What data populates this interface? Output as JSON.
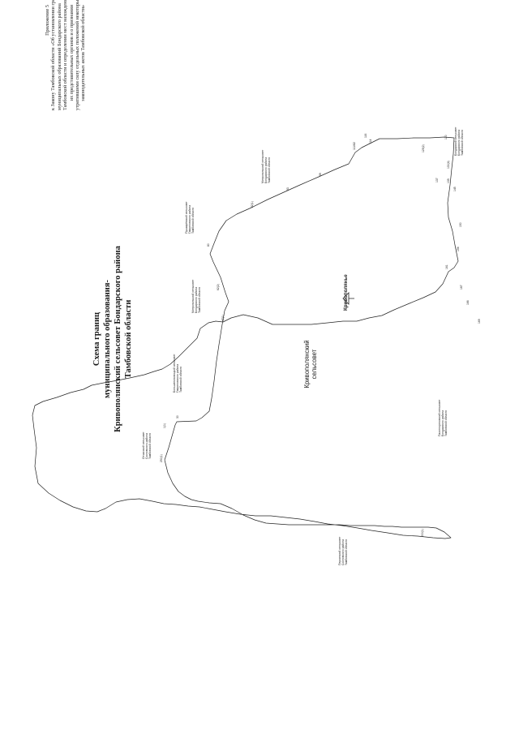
{
  "appendix": {
    "lines": [
      "Приложение 5",
      "к Закону Тамбовской области «Об установлении границ",
      "муниципальных образований Бондарского района",
      "Тамбовской области и определении мест нахождения",
      "их представительных органов и о признании",
      "утратившими силу отдельных положений некоторых",
      "законодательных актов Тамбовской области»"
    ]
  },
  "title": {
    "lines": [
      "Схема границ",
      "муниципального образования-",
      "Кривополянский сельсовет Бондарского района",
      "Тамбовской области"
    ]
  },
  "main_label": {
    "lines": [
      "Кривополянский",
      "сельсовет"
    ]
  },
  "village": {
    "label": "Кривополянье"
  },
  "neighbors": [
    {
      "id": "mitropolsky-upper",
      "lines": [
        "Митропольский сельсовет",
        "Бондарского района",
        "Тамбовской области"
      ]
    },
    {
      "id": "pushkarevsky",
      "lines": [
        "Пушкарёвский сельсовет",
        "Гавриловского района",
        "Тамбовской области"
      ]
    },
    {
      "id": "mitropolsky-lower",
      "lines": [
        "Митропольский сельсовет",
        "Бондарского района",
        "Тамбовской области"
      ]
    },
    {
      "id": "bolshelipovitsky",
      "lines": [
        "Большелиповицкий сельсовет",
        "Гавриловского района",
        "Тамбовской области"
      ]
    },
    {
      "id": "otyassky",
      "lines": [
        "Отъясский сельсовет",
        "Сосновского района",
        "Тамбовской области"
      ]
    },
    {
      "id": "peresypkinsky",
      "lines": [
        "Перкинский сельсовет",
        "Сосновского района",
        "Тамбовской области"
      ]
    },
    {
      "id": "pakhotno-uglovsky",
      "lines": [
        "Пахотноугловский сельсовет",
        "Бондарского района",
        "Тамбовской области"
      ]
    },
    {
      "id": "bondarsky",
      "lines": [
        "Бондарский сельсовет",
        "Бондарского района",
        "Тамбовской области"
      ]
    }
  ],
  "points": [
    {
      "label": "116",
      "text_only": false
    },
    {
      "label": "114",
      "text_only": false
    },
    {
      "label": "111/82",
      "text_only": false
    },
    {
      "label": "89",
      "text_only": false
    },
    {
      "label": "83",
      "text_only": false
    },
    {
      "label": "82(1)",
      "text_only": false
    },
    {
      "label": "80",
      "text_only": false
    },
    {
      "label": "62(2)",
      "text_only": false
    },
    {
      "label": "47(1)",
      "text_only": false
    },
    {
      "label": "30",
      "text_only": false
    },
    {
      "label": "1(1)",
      "text_only": false
    },
    {
      "label": "250(1)",
      "text_only": false
    },
    {
      "label": "200(1)",
      "text_only": false
    },
    {
      "label": "169",
      "text_only": false
    },
    {
      "label": "166",
      "text_only": false
    },
    {
      "label": "167",
      "text_only": false
    },
    {
      "label": "161",
      "text_only": false
    },
    {
      "label": "156",
      "text_only": false
    },
    {
      "label": "150",
      "text_only": false
    },
    {
      "label": "145",
      "text_only": false
    },
    {
      "label": "139",
      "text_only": false
    },
    {
      "label": "137",
      "text_only": false
    },
    {
      "label": "130(4)",
      "text_only": false
    },
    {
      "label": "125(2)",
      "text_only": false
    },
    {
      "label": "120",
      "text_only": false
    }
  ],
  "colors": {
    "line": "#222222",
    "text": "#1a1a1a"
  }
}
